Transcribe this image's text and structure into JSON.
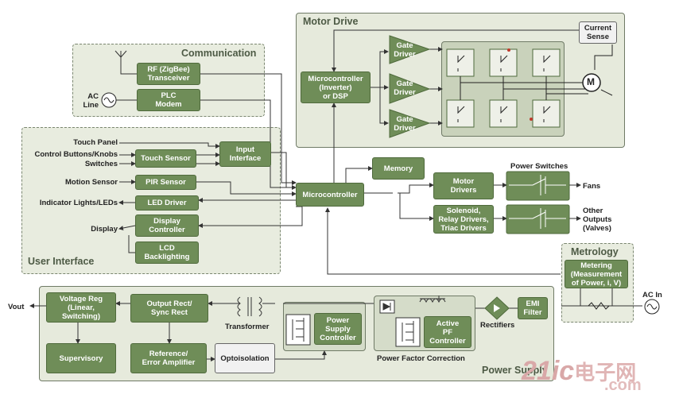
{
  "regions": {
    "motor_drive": "Motor Drive",
    "communication": "Communication",
    "user_interface": "User Interface",
    "metrology": "Metrology",
    "power_supply": "Power Supply"
  },
  "blocks": {
    "current_sense": "Current\nSense",
    "gate_driver_1": "Gate\nDriver",
    "gate_driver_2": "Gate\nDriver",
    "gate_driver_3": "Gate\nDriver",
    "mcu_inverter": "Microcontroller\n(Inverter)\nor DSP",
    "rf": "RF (ZigBee)\nTransceiver",
    "plc": "PLC\nModem",
    "touch_sensor": "Touch Sensor",
    "input_interface": "Input\nInterface",
    "pir": "PIR Sensor",
    "led_driver": "LED Driver",
    "display_controller": "Display\nController",
    "lcd_backlighting": "LCD\nBacklighting",
    "microcontroller": "Microcontroller",
    "memory": "Memory",
    "motor_drivers": "Motor\nDrivers",
    "solenoid": "Solenoid,\nRelay Drivers,\nTriac Drivers",
    "metering": "Metering\n(Measurement\nof Power, i, V)",
    "emi_filter": "EMI\nFilter",
    "active_pf": "Active\nPF\nController",
    "ps_controller": "Power\nSupply\nController",
    "output_rect": "Output Rect/\nSync Rect",
    "voltage_reg": "Voltage Reg\n(Linear,\nSwitching)",
    "supervisory": "Supervisory",
    "reference": "Reference/\nError Amplifier",
    "optoisolation": "Optoisolation"
  },
  "labels": {
    "motor_m": "M",
    "ac_line": "AC\nLine",
    "touch_panel": "Touch Panel",
    "control_buttons": "Control Buttons/Knobs",
    "switches": "Switches",
    "motion_sensor": "Motion Sensor",
    "indicator_lights": "Indicator Lights/LEDs",
    "display": "Display",
    "power_switches": "Power Switches",
    "fans": "Fans",
    "other_outputs": "Other\nOutputs\n(Valves)",
    "ac_in": "AC In",
    "rectifiers": "Rectifiers",
    "pfc": "Power Factor Correction",
    "transformer": "Transformer",
    "vout": "Vout"
  },
  "watermark": {
    "part1": "21ic",
    "part2": "电子网",
    "part3": ".com"
  },
  "colors": {
    "block_green": "#6f8d58",
    "region_bg": "#e8ecdf",
    "accent_red": "#c0392b"
  }
}
